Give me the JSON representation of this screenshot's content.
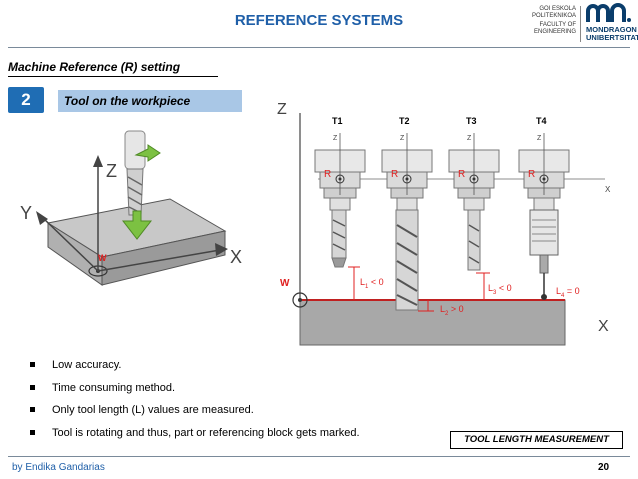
{
  "header": {
    "title": "REFERENCE SYSTEMS",
    "logo_school": [
      "GOI ESKOLA",
      "POLITEKNIKOA",
      "FACULTY OF",
      "ENGINEERING"
    ],
    "logo_university": [
      "MONDRAGON",
      "UNIBERTSITATEA"
    ]
  },
  "section": {
    "subtitle": "Machine Reference (R) setting",
    "step_number": "2",
    "step_label": "Tool on the workpiece"
  },
  "left_figure": {
    "axis_z": "Z",
    "axis_y": "Y",
    "axis_x": "X",
    "workpiece_ref": "W"
  },
  "right_figure": {
    "axis_z": "Z",
    "axis_x": "X",
    "workpiece_ref": "W",
    "tools": [
      "T1",
      "T2",
      "T3",
      "T4"
    ],
    "spindle_axis_label": "Z",
    "small_x": "X",
    "reference": "R",
    "lengths": {
      "l1": "L",
      "l1_sub": "1",
      "l1_rel": " < 0",
      "l2": "L",
      "l2_sub": "2",
      "l2_rel": " > 0",
      "l3": "L",
      "l3_sub": "3",
      "l3_rel": " < 0",
      "l4": "L",
      "l4_sub": "4",
      "l4_rel": " = 0"
    }
  },
  "bullets": [
    "Low accuracy.",
    "Time consuming method.",
    "Only tool length (L) values are measured.",
    "Tool is rotating and thus, part or referencing block gets marked."
  ],
  "callout": "TOOL LENGTH MEASUREMENT",
  "footer": {
    "author": "by Endika Gandarias",
    "page": "20"
  },
  "colors": {
    "title_blue": "#1f5fa8",
    "badge_blue": "#1f6db4",
    "label_bg": "#a9c7e6",
    "measure_red": "#e02020",
    "arrow_green": "#7cc142"
  }
}
